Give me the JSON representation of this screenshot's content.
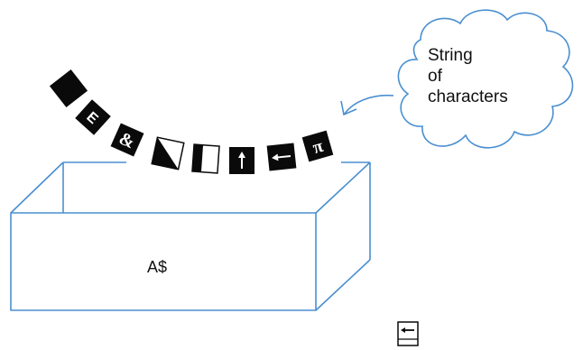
{
  "cloud": {
    "lines": [
      "String",
      "of",
      "characters"
    ]
  },
  "box": {
    "label": "A$"
  },
  "string_characters": [
    {
      "name": "solid-block-char-icon",
      "glyph": ""
    },
    {
      "name": "letter-e-char",
      "glyph": "E"
    },
    {
      "name": "ampersand-char",
      "glyph": "&"
    },
    {
      "name": "diagonal-half-block-char-icon",
      "glyph": ""
    },
    {
      "name": "half-block-char-icon",
      "glyph": ""
    },
    {
      "name": "up-arrow-char-icon",
      "glyph": "↑"
    },
    {
      "name": "left-arrow-char-icon",
      "glyph": "←"
    },
    {
      "name": "pi-char",
      "glyph": "π"
    }
  ],
  "loose_key": {
    "name": "left-arrow-key-icon",
    "glyph": "←"
  },
  "colors": {
    "outline": "#4a8fd0",
    "ink": "#111111",
    "tile": "#0a0a0a",
    "paper": "#ffffff"
  }
}
